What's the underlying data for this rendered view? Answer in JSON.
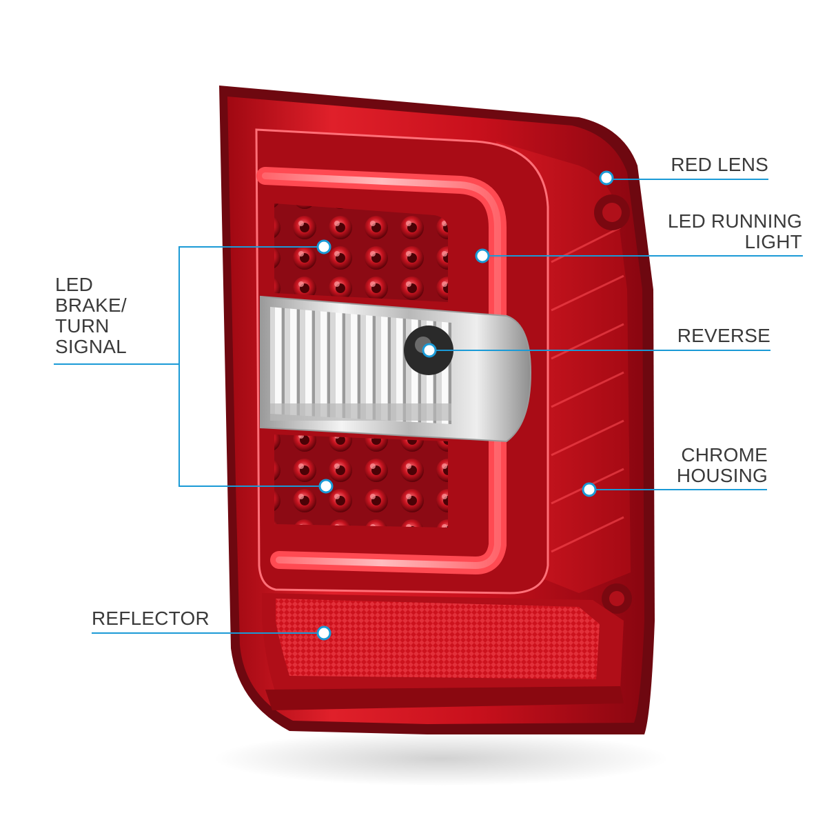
{
  "colors": {
    "callout_line": "#1a9ad6",
    "callout_dot_ring": "#1a9ad6",
    "callout_dot_fill": "#ffffff",
    "lens_red": "#c8101c",
    "lens_dark": "#7a0810",
    "chrome": "#d8d8d8"
  },
  "callouts": {
    "red_lens": {
      "lines": [
        "RED LENS"
      ]
    },
    "led_running_light": {
      "lines": [
        "LED RUNNING",
        "LIGHT"
      ]
    },
    "reverse": {
      "lines": [
        "REVERSE"
      ]
    },
    "chrome_housing": {
      "lines": [
        "CHROME",
        "HOUSING"
      ]
    },
    "led_brake_turn": {
      "lines": [
        "LED",
        "BRAKE/",
        "TURN",
        "SIGNAL"
      ]
    },
    "reflector": {
      "lines": [
        "REFLECTOR"
      ]
    }
  }
}
